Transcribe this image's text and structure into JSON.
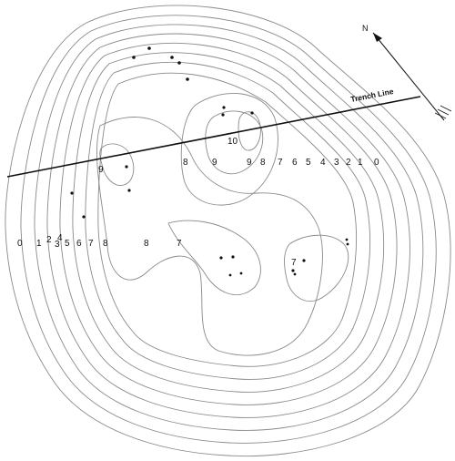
{
  "map": {
    "north_label": "N",
    "trench_label": "Trench Line",
    "contour_labels": {
      "west_row": [
        "0",
        "1",
        "2",
        "3",
        "4",
        "5",
        "6",
        "7",
        "8",
        "8",
        "7"
      ],
      "east_row": [
        "8",
        "9",
        "9",
        "8",
        "7",
        "6",
        "5",
        "4",
        "3",
        "2",
        "1",
        "0"
      ],
      "summit_west": "9",
      "summit_east": "10",
      "east_knoll": "7"
    }
  }
}
